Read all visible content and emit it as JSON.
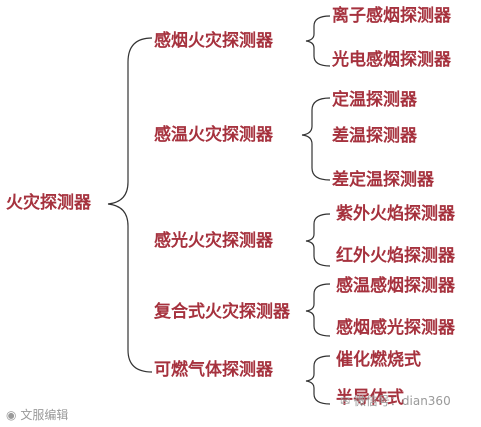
{
  "root": {
    "label": "火灾探测器"
  },
  "categories": [
    {
      "label": "感烟火灾探测器",
      "items": [
        "离子感烟探测器",
        "光电感烟探测器"
      ]
    },
    {
      "label": "感温火灾探测器",
      "items": [
        "定温探测器",
        "差温探测器",
        "差定温探测器"
      ]
    },
    {
      "label": "感光火灾探测器",
      "items": [
        "紫外火焰探测器",
        "红外火焰探测器"
      ]
    },
    {
      "label": "复合式火灾探测器",
      "items": [
        "感温感烟探测器",
        "感烟感光探测器"
      ]
    },
    {
      "label": "可燃气体探测器",
      "items": [
        "催化燃烧式",
        "半导体式"
      ]
    }
  ],
  "watermarks": {
    "left": "文服编辑",
    "right": "微信号：dian360"
  },
  "colors": {
    "text": "#a6323e",
    "brace": "#333333"
  },
  "icons": {
    "watermark_left": "weibo-icon",
    "watermark_right": "wechat-icon"
  }
}
